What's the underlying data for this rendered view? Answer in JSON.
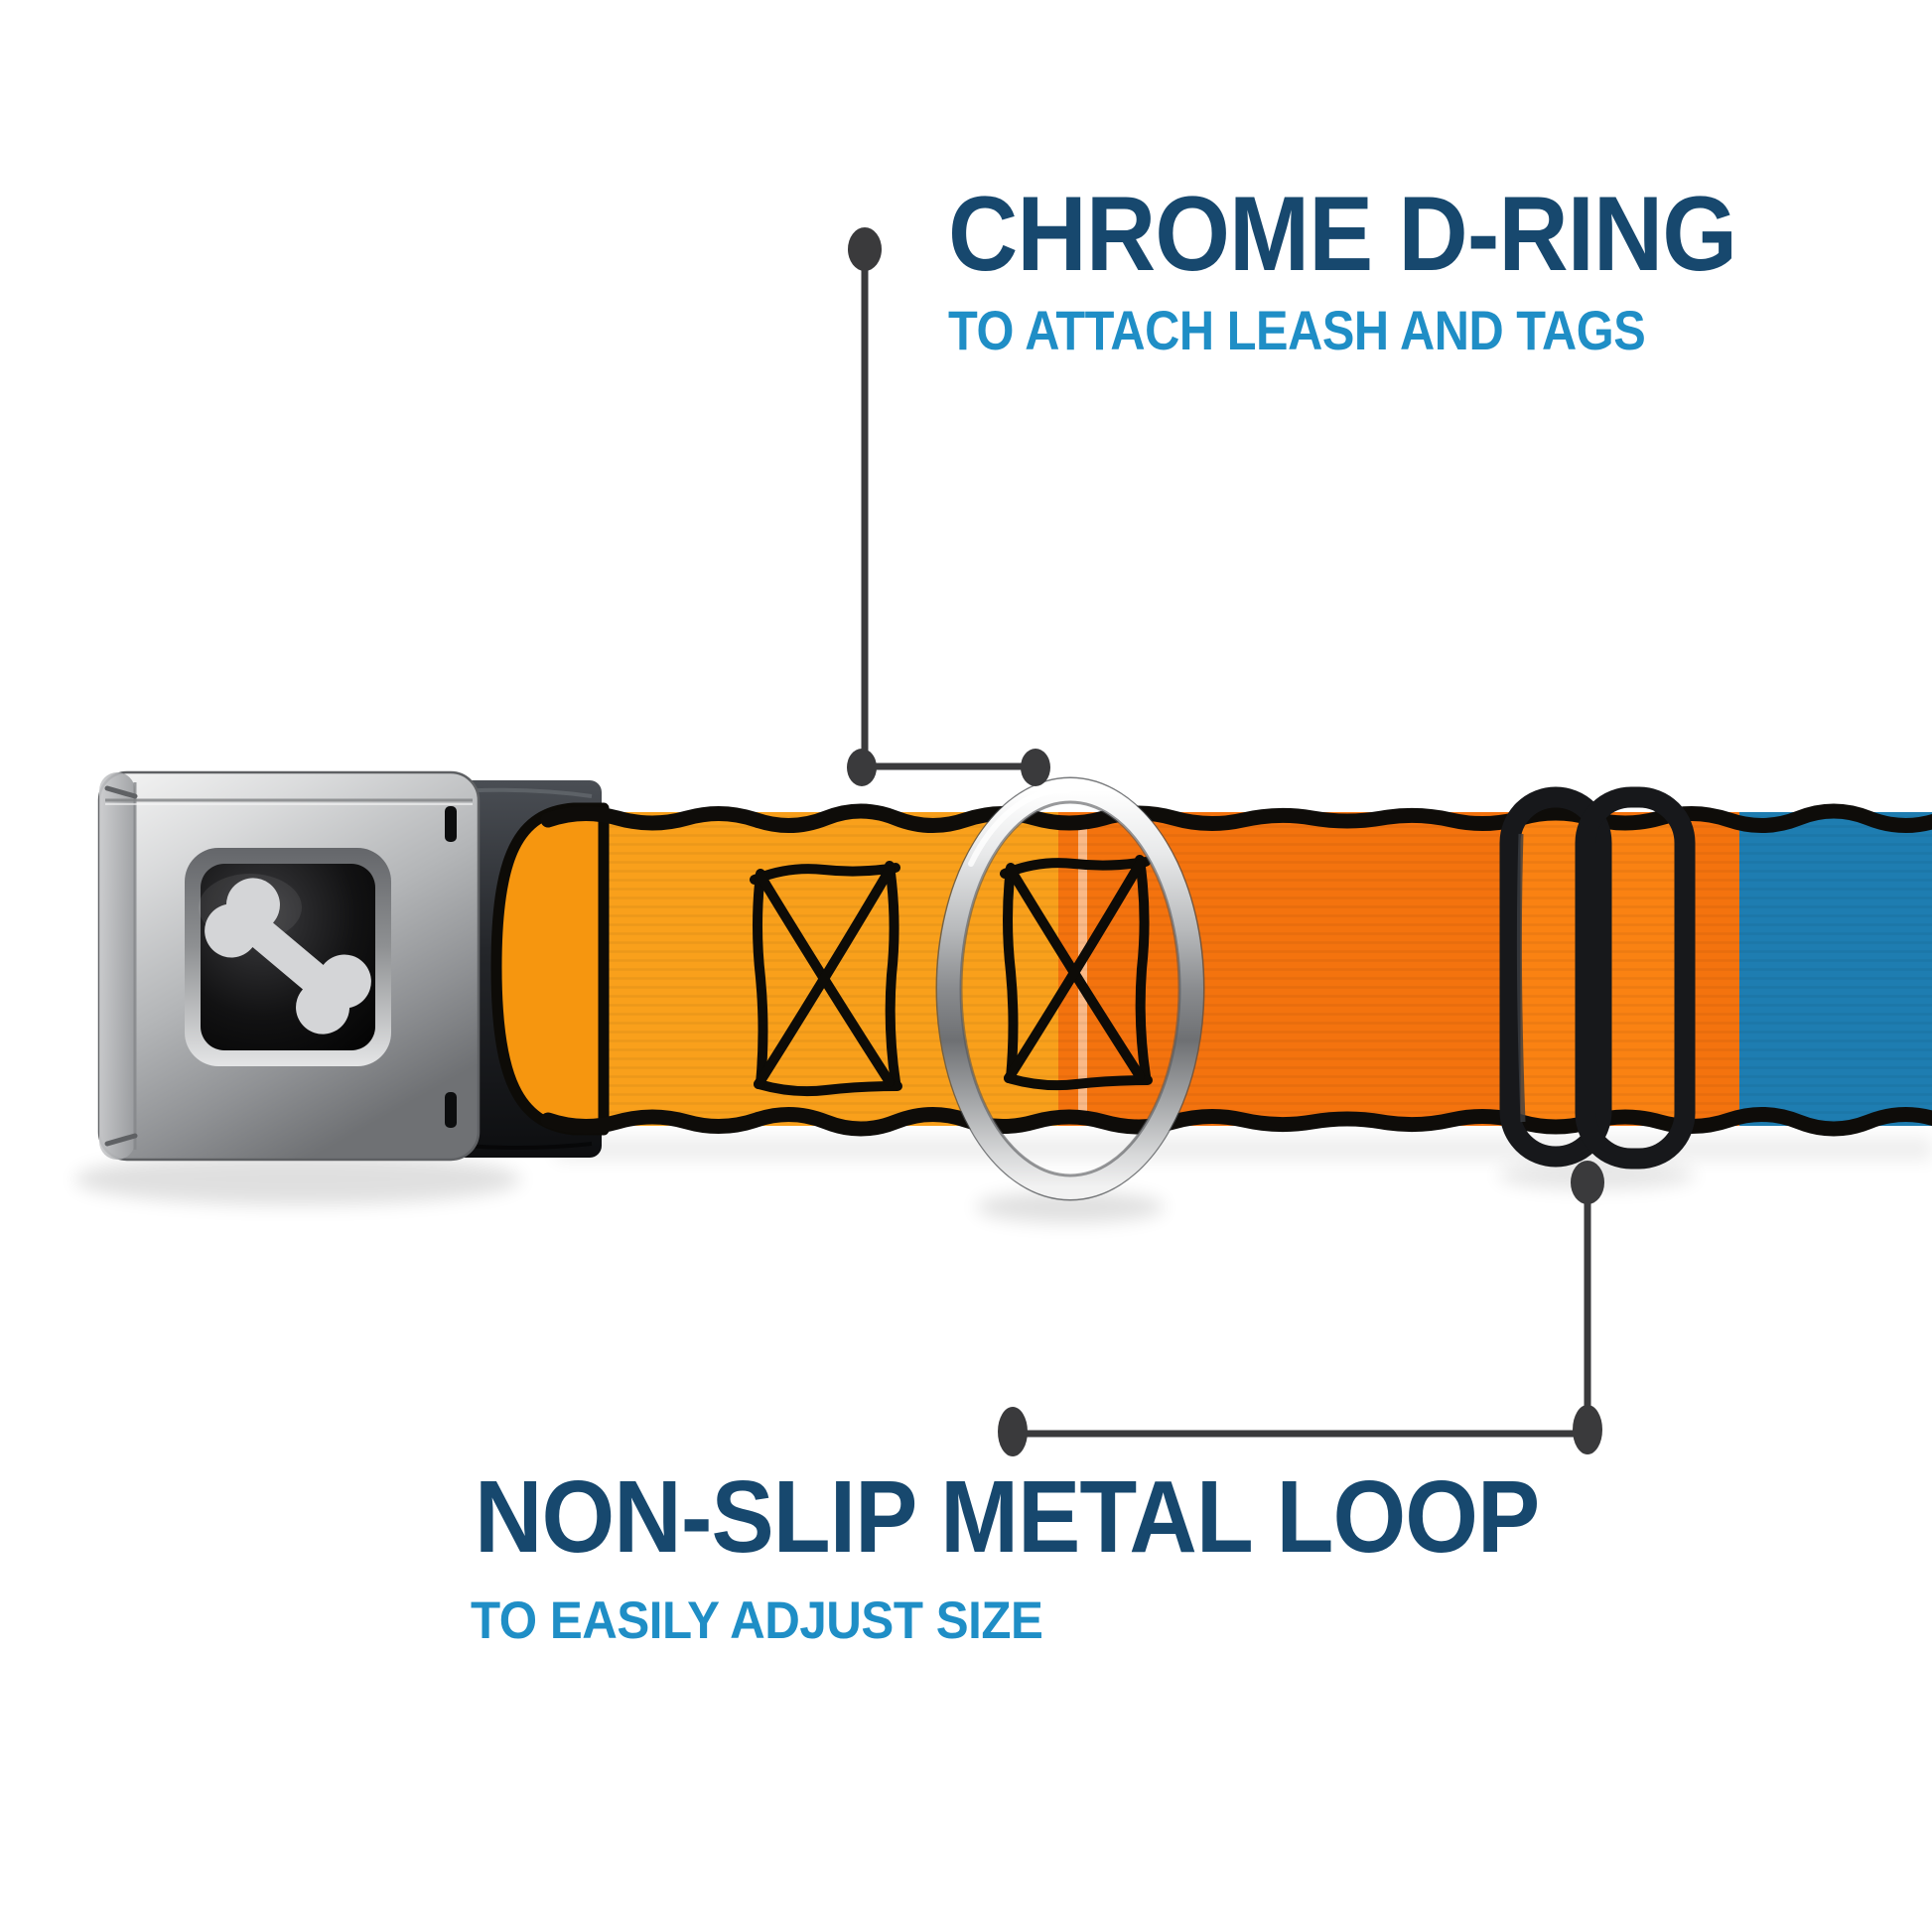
{
  "callouts": {
    "dring": {
      "title": "CHROME D-RING",
      "subtitle": "TO ATTACH LEASH AND TAGS"
    },
    "slider": {
      "title": "NON-SLIP METAL LOOP",
      "subtitle": "TO EASILY ADJUST SIZE"
    }
  },
  "colors": {
    "title_blue": "#17486E",
    "subtitle_blue": "#1F8EC6",
    "leader_gray": "#3A3A3C",
    "webbing_orange_light": "#F9A01B",
    "webbing_orange_deep": "#F4730E",
    "webbing_blue": "#1E7DB1",
    "webbing_edge_black": "#0E0C09",
    "slider_black": "#17181B",
    "bone_gray": "#D4D5D7"
  },
  "icons": {
    "buckle_logo": "dog-bone-icon"
  }
}
